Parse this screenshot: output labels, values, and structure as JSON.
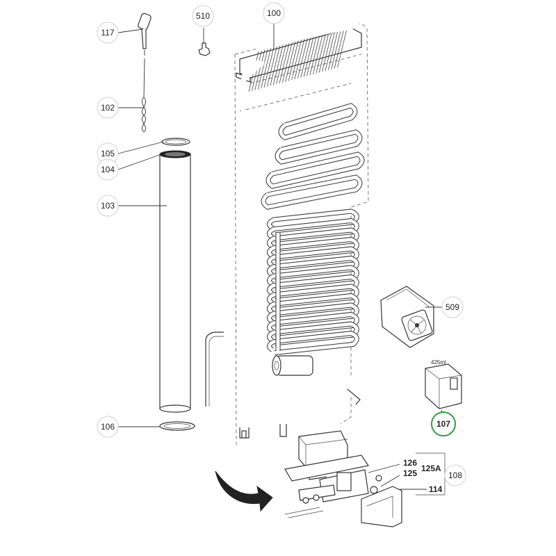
{
  "callouts": {
    "c117": "117",
    "c510": "510",
    "c100": "100",
    "c102": "102",
    "c105": "105",
    "c104": "104",
    "c103": "103",
    "c509": "509",
    "c106": "106",
    "c107": "107",
    "c126": "126",
    "c125": "125",
    "c125a": "125A",
    "c108": "108",
    "c114": "114"
  },
  "tank_capacity": "425ml",
  "colors": {
    "highlight": "#2e9e3a",
    "line": "#333333",
    "callout_border": "#d0d0d0"
  }
}
